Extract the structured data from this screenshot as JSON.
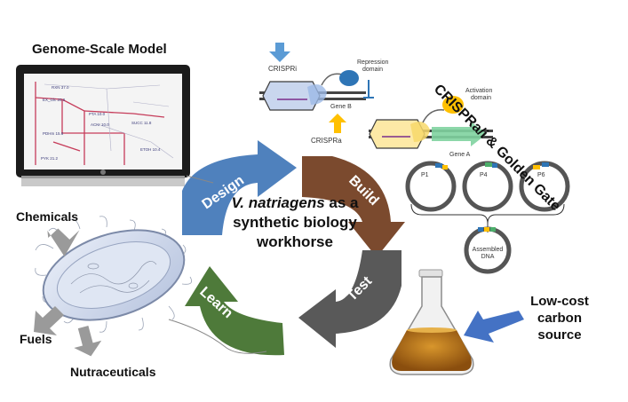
{
  "labels": {
    "gsm_title": "Genome-Scale Model",
    "crispr_title": "CRISPRa/i & Golden Gate",
    "center_species": "V. natriagens",
    "center_rest1": " as a",
    "center_line2": "synthetic biology",
    "center_line3": "workhorse",
    "chemicals": "Chemicals",
    "fuels": "Fuels",
    "nutraceuticals": "Nutraceuticals",
    "carbon_line1": "Low-cost",
    "carbon_line2": "carbon",
    "carbon_line3": "source"
  },
  "cycle": {
    "design": "Design",
    "build": "Build",
    "test": "Test",
    "learn": "Learn"
  },
  "crispr": {
    "crispri": "CRISPRi",
    "crispra": "CRISPRa",
    "repression": "Repression",
    "repression2": "domain",
    "activation": "Activation",
    "activation2": "domain",
    "gene_b": "Gene B",
    "gene_a": "Gene A"
  },
  "plasmids": {
    "p1": "P1",
    "p4": "P4",
    "p6": "P6",
    "assembled1": "Assembled",
    "assembled2": "DNA"
  },
  "model_screen": {
    "rows": [
      "RXN 37.0",
      "EX_Glc 20.0",
      "PTA 10.0",
      "ACKr 10.0",
      "PDHm 15.6",
      "SUCC 11.8",
      "ETOH 10.4",
      "PYK 21.2"
    ]
  },
  "colors": {
    "design": "#4f81bd",
    "build": "#7b4a2e",
    "test": "#595959",
    "learn": "#4e7a3a",
    "blue_arrow": "#4472c4",
    "gray_arrow": "#9a9a9a",
    "crispri_arrow": "#5b9bd5",
    "crispra_arrow": "#ffc000"
  }
}
